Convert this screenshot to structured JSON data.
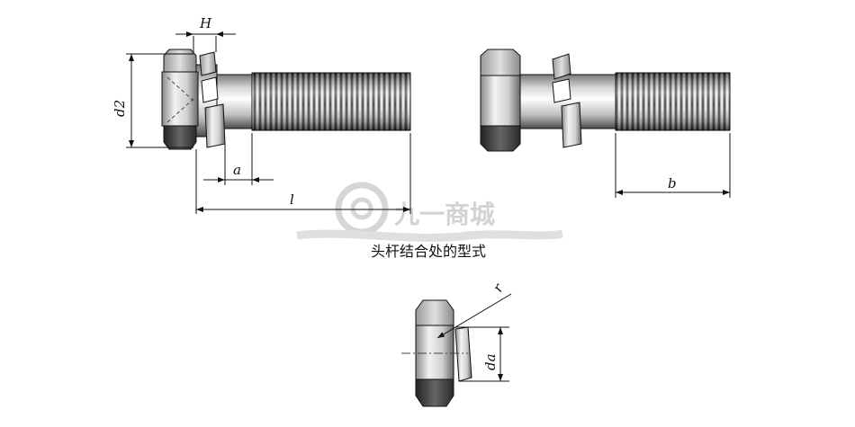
{
  "caption": "头杆结合处的型式",
  "watermark": "九一商城",
  "dimensions": {
    "H": "H",
    "d2": "d2",
    "a": "a",
    "l": "l",
    "b": "b",
    "r": "r",
    "da": "da"
  },
  "colors": {
    "line": "#111111",
    "metal_light": "#f4f4f4",
    "metal_mid": "#b5b5b5",
    "metal_dark": "#555555",
    "watermark": "#cfcfcf"
  }
}
